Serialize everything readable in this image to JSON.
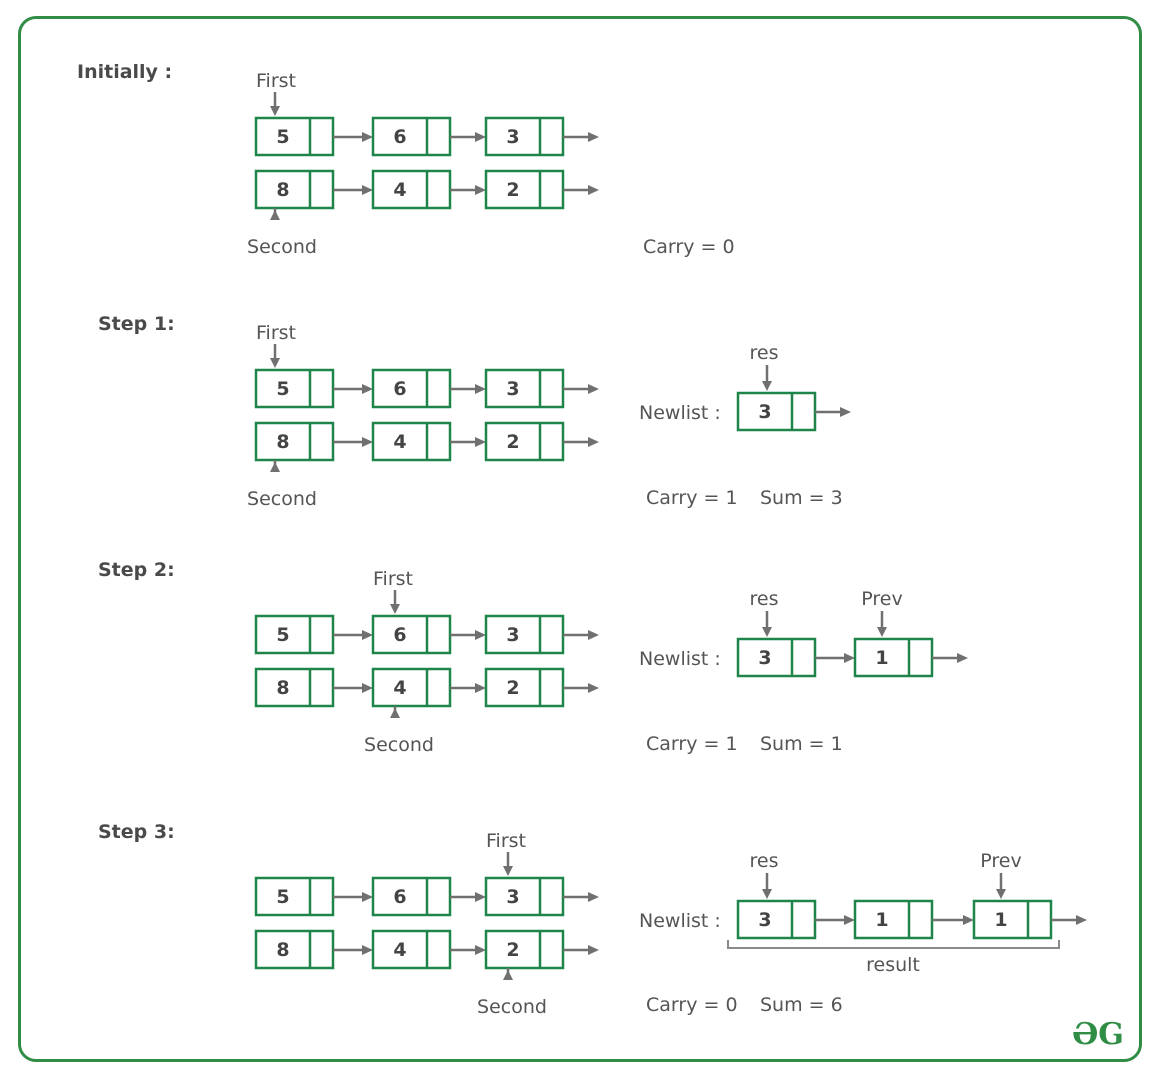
{
  "steps": [
    {
      "label": "Initially :",
      "first_list": [
        "5",
        "6",
        "3"
      ],
      "second_list": [
        "8",
        "4",
        "2"
      ],
      "first_pointer": "First",
      "second_pointer": "Second",
      "first_index": 0,
      "second_index": 0,
      "newlist_label": "",
      "newlist": [],
      "res_label": "",
      "prev_label": "",
      "prev_index": -1,
      "status": "Carry = 0",
      "sum": ""
    },
    {
      "label": "Step 1:",
      "first_list": [
        "5",
        "6",
        "3"
      ],
      "second_list": [
        "8",
        "4",
        "2"
      ],
      "first_pointer": "First",
      "second_pointer": "Second",
      "first_index": 0,
      "second_index": 0,
      "newlist_label": "Newlist :",
      "newlist": [
        "3"
      ],
      "res_label": "res",
      "prev_label": "",
      "prev_index": -1,
      "status": "Carry = 1",
      "sum": "Sum = 3"
    },
    {
      "label": "Step 2:",
      "first_list": [
        "5",
        "6",
        "3"
      ],
      "second_list": [
        "8",
        "4",
        "2"
      ],
      "first_pointer": "First",
      "second_pointer": "Second",
      "first_index": 1,
      "second_index": 1,
      "newlist_label": "Newlist :",
      "newlist": [
        "3",
        "1"
      ],
      "res_label": "res",
      "prev_label": "Prev",
      "prev_index": 1,
      "status": "Carry = 1",
      "sum": "Sum = 1"
    },
    {
      "label": "Step 3:",
      "first_list": [
        "5",
        "6",
        "3"
      ],
      "second_list": [
        "8",
        "4",
        "2"
      ],
      "first_pointer": "First",
      "second_pointer": "Second",
      "first_index": 2,
      "second_index": 2,
      "newlist_label": "Newlist :",
      "newlist": [
        "3",
        "1",
        "1"
      ],
      "res_label": "res",
      "prev_label": "Prev",
      "prev_index": 2,
      "status": "Carry = 0",
      "sum": "Sum = 6",
      "result_label": "result"
    }
  ],
  "colors": {
    "frame": "#2f8d46",
    "node": "#1e8449",
    "arrow": "#707070",
    "text": "#555555"
  },
  "logo": "ƏG"
}
